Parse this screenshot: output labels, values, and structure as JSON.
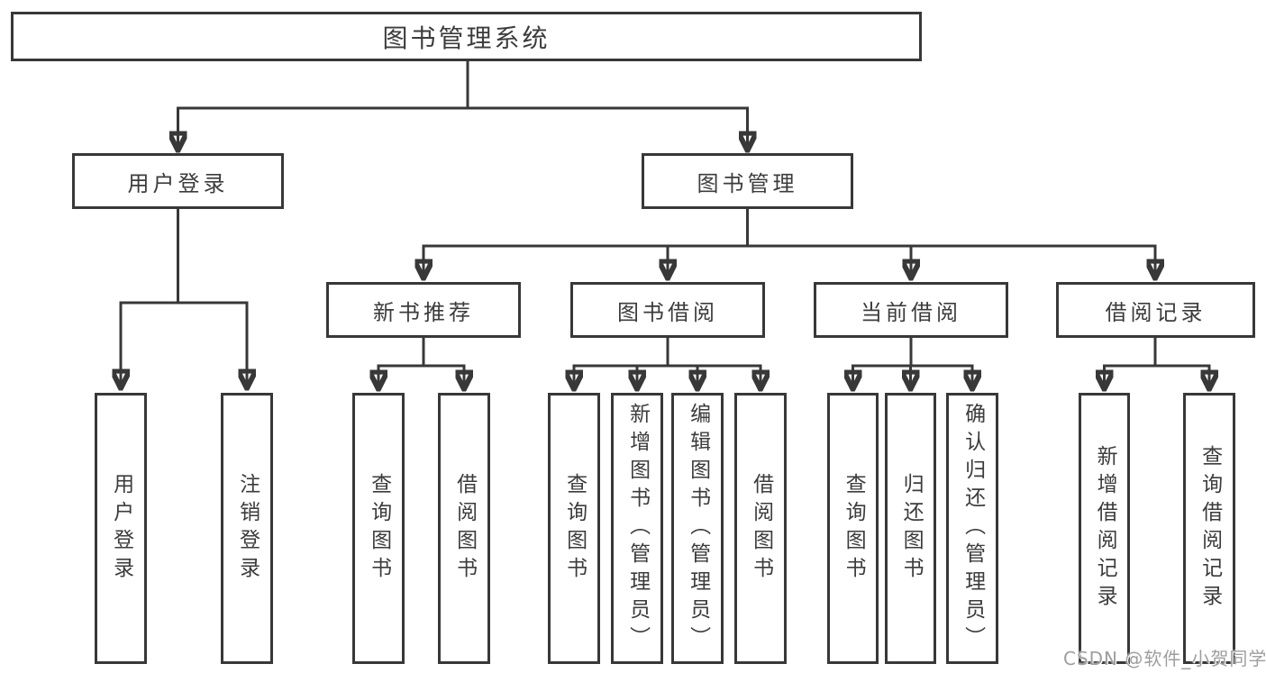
{
  "tree": {
    "label": "图书管理系统",
    "children": [
      {
        "label": "用户登录",
        "children": [
          {
            "label": "用户登录"
          },
          {
            "label": "注销登录"
          }
        ]
      },
      {
        "label": "图书管理",
        "children": [
          {
            "label": "新书推荐",
            "children": [
              {
                "label": "查询图书"
              },
              {
                "label": "借阅图书"
              }
            ]
          },
          {
            "label": "图书借阅",
            "children": [
              {
                "label": "查询图书"
              },
              {
                "label": "新增图书（管理员）"
              },
              {
                "label": "编辑图书（管理员）"
              },
              {
                "label": "借阅图书"
              }
            ]
          },
          {
            "label": "当前借阅",
            "children": [
              {
                "label": "查询图书"
              },
              {
                "label": "归还图书"
              },
              {
                "label": "确认归还（管理员）"
              }
            ]
          },
          {
            "label": "借阅记录",
            "children": [
              {
                "label": "新增借阅记录"
              },
              {
                "label": "查询借阅记录"
              }
            ]
          }
        ]
      }
    ]
  },
  "watermark": {
    "text": "CSDN @软件_小贺同学"
  },
  "colors": {
    "line": "#383838",
    "text": "#3c3c3c",
    "watermark": "#9e9e9e",
    "bg": "#ffffff"
  }
}
